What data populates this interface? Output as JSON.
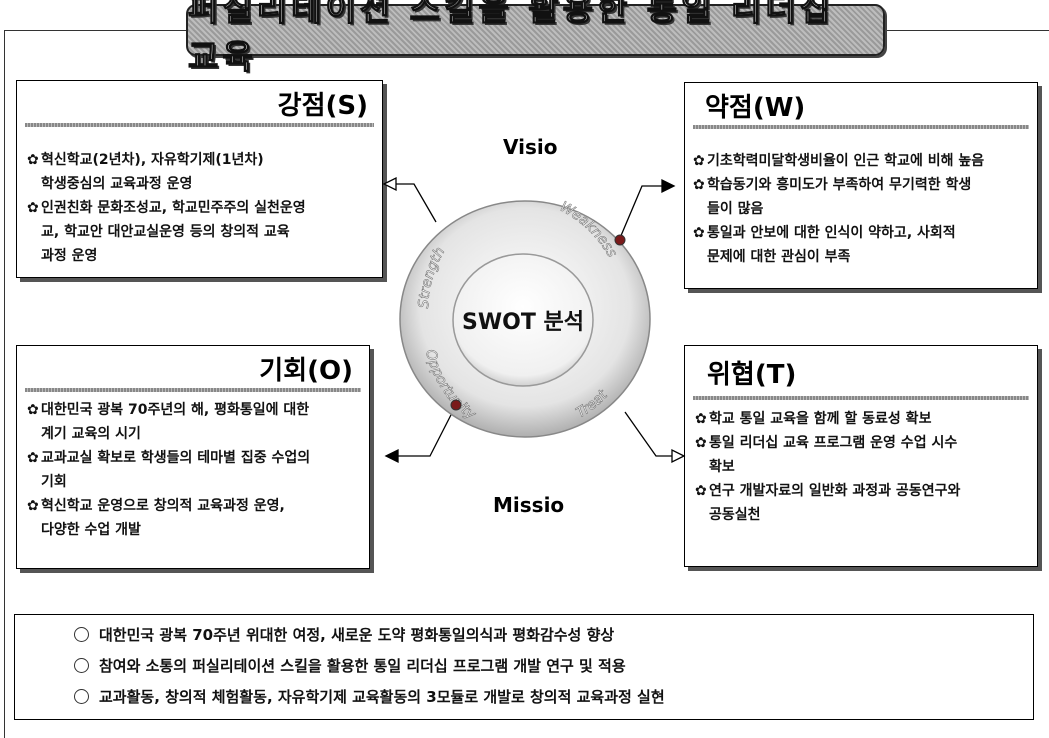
{
  "title": "퍼실리테이션 스킬을 활용한 통일 리더십 교육",
  "center": {
    "label": "SWOT 분석",
    "ring_words": [
      "Strength",
      "Weakness",
      "Opportunity",
      "Treat"
    ]
  },
  "side_labels": {
    "top": "Visio",
    "bottom": "Missio"
  },
  "strength": {
    "heading": "강점(S)",
    "items": [
      [
        "혁신학교(2년차), 자유학기제(1년차)",
        "학생중심의 교육과정 운영"
      ],
      [
        "인권친화 문화조성교, 학교민주주의 실천운영",
        "교, 학교안 대안교실운영 등의 창의적 교육",
        "과정 운영"
      ]
    ]
  },
  "weakness": {
    "heading": "약점(W)",
    "items": [
      [
        "기초학력미달학생비율이 인근 학교에 비해 높음"
      ],
      [
        "학습동기와 흥미도가 부족하여 무기력한 학생",
        "들이 많음"
      ],
      [
        "통일과 안보에 대한 인식이 약하고, 사회적",
        "문제에 대한 관심이 부족"
      ]
    ]
  },
  "opportunity": {
    "heading": "기회(O)",
    "items": [
      [
        "대한민국 광복 70주년의 해, 평화통일에 대한",
        "계기 교육의 시기"
      ],
      [
        "교과교실 확보로 학생들의 테마별 집중 수업의",
        "기회"
      ],
      [
        "혁신학교 운영으로 창의적 교육과정 운영,",
        "다양한 수업 개발"
      ]
    ]
  },
  "threat": {
    "heading": "위협(T)",
    "items": [
      [
        "학교 통일 교육을 함께 할 동료성 확보"
      ],
      [
        "통일 리더십 교육 프로그램 운영 수업 시수",
        "확보"
      ],
      [
        "연구 개발자료의 일반화 과정과 공동연구와",
        "공동실천"
      ]
    ]
  },
  "goals": [
    "대한민국 광복 70주년 위대한 여정, 새로운 도약 평화통일의식과 평화감수성 향상",
    "참여와 소통의 퍼실리테이션 스킬을 활용한 통일 리더십 프로그램 개발 연구 및 적용",
    "교과활동, 창의적 체험활동, 자유학기제 교육활동의 3모듈로 개발로 창의적 교육과정 실현"
  ],
  "bullet_glyph": "✿"
}
